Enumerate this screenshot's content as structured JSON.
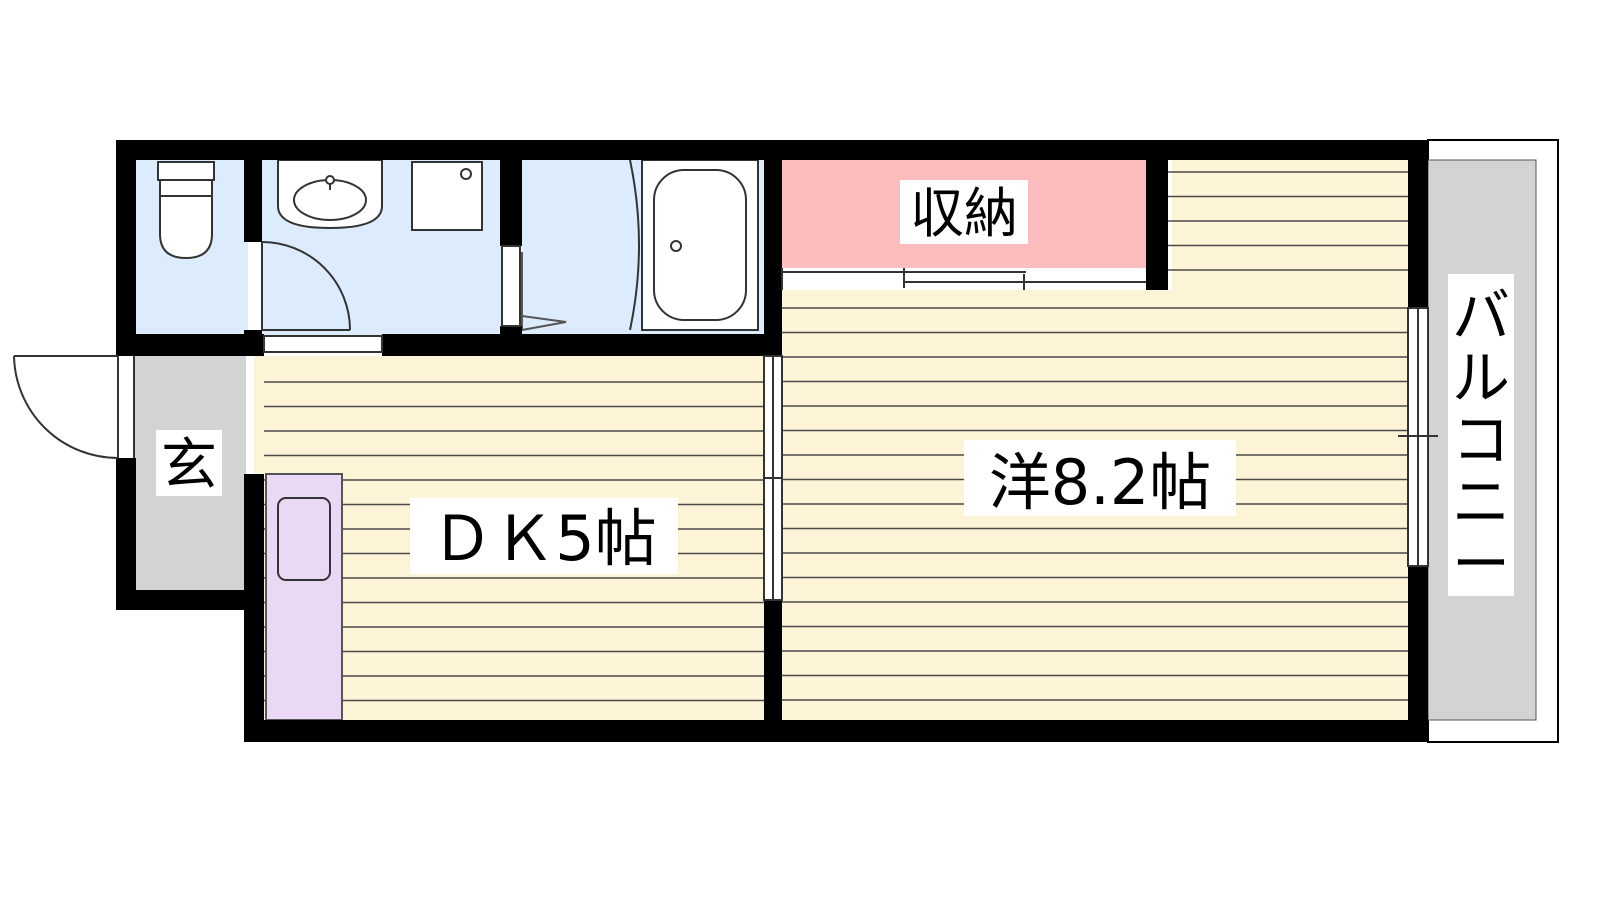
{
  "rooms": {
    "storage": {
      "label": "収納"
    },
    "western": {
      "label": "洋8.2帖"
    },
    "dk": {
      "label": "ＤＫ5帖"
    },
    "entrance": {
      "label": "玄"
    },
    "balcony": {
      "label": "バルコニー"
    }
  },
  "colors": {
    "wall": "#000000",
    "wet_area": "#dcecfc",
    "floor": "#fdf3d6",
    "floor_line": "#4a4a4a",
    "storage": "#fbbdbd",
    "entrance": "#d3d3d3",
    "balcony": "#d3d3d3",
    "kitchen": "#ead8f4"
  }
}
